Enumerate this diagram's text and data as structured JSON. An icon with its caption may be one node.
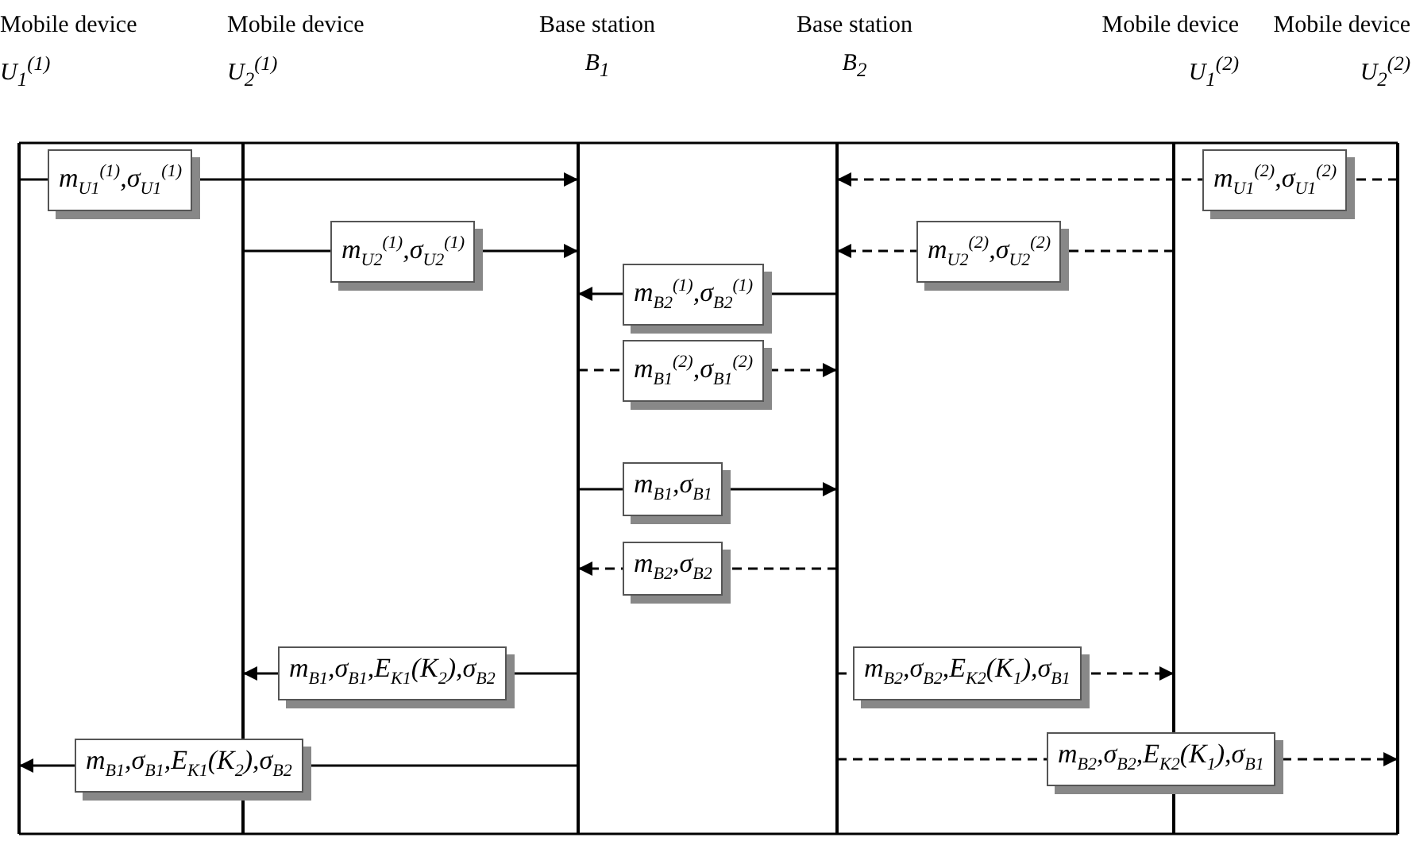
{
  "diagram": {
    "nodes": [
      {
        "text": [
          "Mobile device",
          "U$_{1}$$^{(1)}$"
        ]
      },
      {
        "text": [
          "Mobile device",
          "U$_{2}$$^{(1)}$"
        ]
      },
      {
        "text": [
          "Base station",
          "B$_{1}$"
        ]
      },
      {
        "text": [
          "Base station",
          "B$_{2}$"
        ]
      },
      {
        "text": [
          "Mobile device",
          "U$_{1}$$^{(2)}$"
        ]
      },
      {
        "text": [
          "Mobile device",
          "U$_{2}$$^{(2)}$"
        ]
      }
    ],
    "edges": [
      {
        "from": 0,
        "to": 2,
        "arrow": "to",
        "label": "m$_{U1}$$^{(1)}$,σ$_{U1}$$^{(1)}$"
      },
      {
        "from": 5,
        "to": 3,
        "arrow": "to",
        "style": "dashed",
        "label": "m$_{U1}$$^{(2)}$,σ$_{U1}$$^{(2)}$"
      },
      {
        "from": 1,
        "to": 2,
        "arrow": "to",
        "label": "m$_{U2}$$^{(1)}$,σ$_{U2}$$^{(1)}$"
      },
      {
        "from": 4,
        "to": 3,
        "arrow": "to",
        "style": "dashed",
        "label": "m$_{U2}$$^{(2)}$,σ$_{U2}$$^{(2)}$"
      },
      {
        "from": 3,
        "to": 2,
        "arrow": "to",
        "label": "m$_{B2}$$^{(1)}$,σ$_{B2}$$^{(1)}$"
      },
      {
        "from": 2,
        "to": 3,
        "arrow": "to",
        "style": "dashed",
        "label": "m$_{B1}$$^{(2)}$,σ$_{B1}$$^{(2)}$"
      },
      {
        "from": 2,
        "to": 3,
        "arrow": "to",
        "label": "m$_{B1}$,σ$_{B1}$"
      },
      {
        "from": 3,
        "to": 2,
        "arrow": "to",
        "style": "dashed",
        "label": "m$_{B2}$,σ$_{B2}$"
      },
      {
        "from": 2,
        "to": 1,
        "arrow": "to",
        "label": "m$_{B1}$,σ$_{B1}$,E$_{K1}$(K$_{2}$),σ$_{B2}$"
      },
      {
        "from": 3,
        "to": 4,
        "arrow": "to",
        "style": "dashed",
        "label": "m$_{B2}$,σ$_{B2}$,E$_{K2}$(K$_{1}$),σ$_{B1}$"
      },
      {
        "from": 2,
        "to": 0,
        "arrow": "to",
        "label": "m$_{B1}$,σ$_{B1}$,E$_{K1}$(K$_{2}$),σ$_{B2}$"
      },
      {
        "from": 3,
        "to": 5,
        "arrow": "to",
        "style": "dashed",
        "label": "m$_{B2}$,σ$_{B2}$,E$_{K2}$(K$_{1}$),σ$_{B1}$"
      }
    ]
  }
}
